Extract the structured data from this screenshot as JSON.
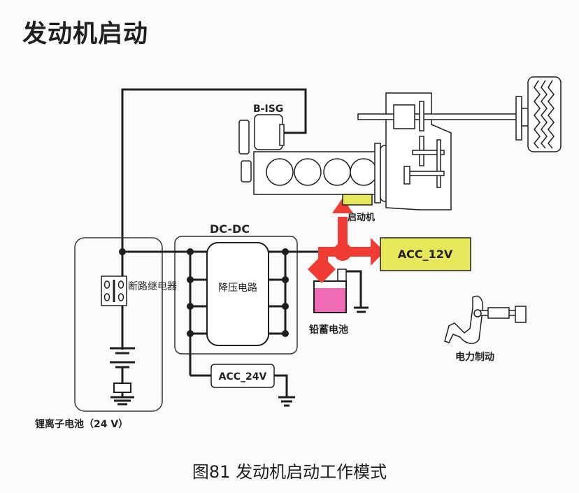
{
  "page_title": "发动机启动",
  "caption": "图81 发动机启动工作模式",
  "components": {
    "bisg": "B-ISG",
    "starter": "启动机",
    "dcdc": "DC-DC",
    "buck_circuit": "降压电路",
    "relay": "断路继电器",
    "li_battery": "锂离子电池（24 V）",
    "acc_12v": "ACC_12V",
    "acc_24v": "ACC_24V",
    "lead_battery": "铅蓄电池",
    "electric_brake": "电力制动"
  },
  "colors": {
    "energy_flow": "#f03c32",
    "acc12_fill": "#e6e85a",
    "starter_fill": "#e6e85a",
    "lead_battery_fill": "#f06cb4",
    "line": "#1e1e1e"
  }
}
